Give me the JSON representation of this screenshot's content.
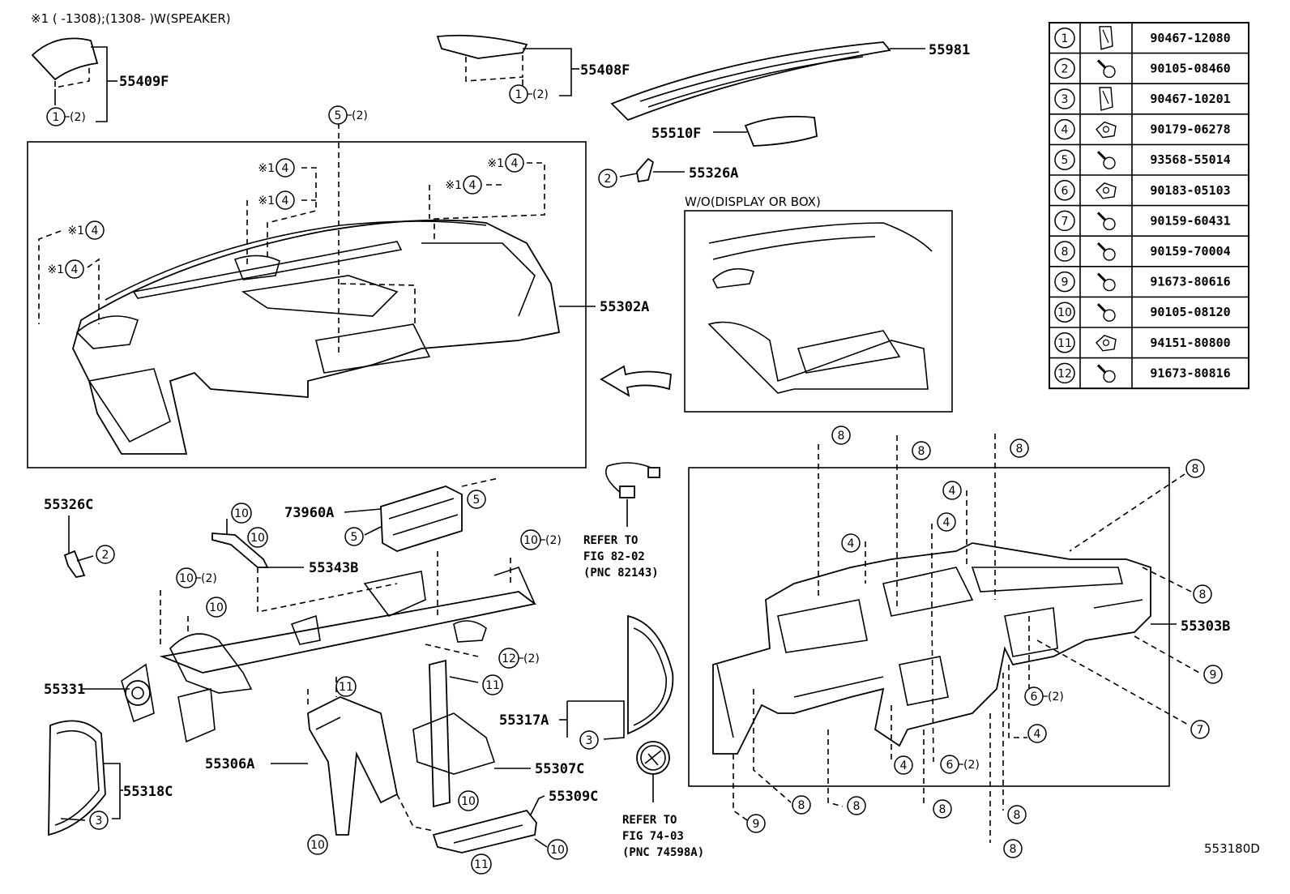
{
  "notes": {
    "speaker_note": "※1 (      -1308);(1308-      )W(SPEAKER)",
    "display_box_note": "W/O(DISPLAY OR BOX)",
    "figure_id": "553180D"
  },
  "part_labels": {
    "p55409F": "55409F",
    "p55408F": "55408F",
    "p55981": "55981",
    "p55510F": "55510F",
    "p55326A": "55326A",
    "p55302A": "55302A",
    "p55326C": "55326C",
    "p73960A": "73960A",
    "p55343B": "55343B",
    "p55331": "55331",
    "p55318C": "55318C",
    "p55306A": "55306A",
    "p55307C": "55307C",
    "p55309C": "55309C",
    "p55317A": "55317A",
    "p55303B": "55303B"
  },
  "refs": {
    "ref1_line1": "REFER TO",
    "ref1_line2": "FIG 82-02",
    "ref1_line3": "(PNC 82143)",
    "ref2_line1": "REFER TO",
    "ref2_line2": "FIG 74-03",
    "ref2_line3": "(PNC 74598A)"
  },
  "fastener_table": [
    {
      "num": "1",
      "part": "90467-12080",
      "icon": "clip-icon"
    },
    {
      "num": "2",
      "part": "90105-08460",
      "icon": "bolt-icon"
    },
    {
      "num": "3",
      "part": "90467-10201",
      "icon": "clip-icon"
    },
    {
      "num": "4",
      "part": "90179-06278",
      "icon": "nut-icon"
    },
    {
      "num": "5",
      "part": "93568-55014",
      "icon": "bolt-icon"
    },
    {
      "num": "6",
      "part": "90183-05103",
      "icon": "nut-icon"
    },
    {
      "num": "7",
      "part": "90159-60431",
      "icon": "bolt-icon"
    },
    {
      "num": "8",
      "part": "90159-70004",
      "icon": "bolt-icon"
    },
    {
      "num": "9",
      "part": "91673-80616",
      "icon": "bolt-icon"
    },
    {
      "num": "10",
      "part": "90105-08120",
      "icon": "bolt-icon"
    },
    {
      "num": "11",
      "part": "94151-80800",
      "icon": "nut-icon"
    },
    {
      "num": "12",
      "part": "91673-80816",
      "icon": "bolt-icon"
    }
  ],
  "callout_text": {
    "n1": "1",
    "n2": "2",
    "n3": "3",
    "n4": "4",
    "n5": "5",
    "n6": "6",
    "n7": "7",
    "n8": "8",
    "n9": "9",
    "n10": "10",
    "n11": "11",
    "n12": "12",
    "q2": "(2)",
    "star1": "※1"
  }
}
